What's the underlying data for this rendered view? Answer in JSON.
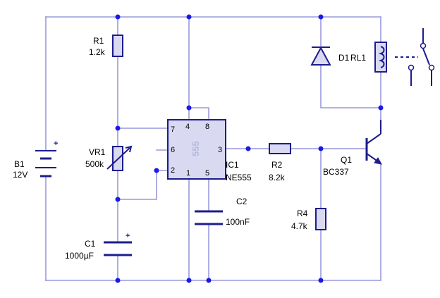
{
  "components": {
    "r1": {
      "ref": "R1",
      "value": "1.2k"
    },
    "vr1": {
      "ref": "VR1",
      "value": "500k"
    },
    "b1": {
      "ref": "B1",
      "value": "12V",
      "plus": "+"
    },
    "c1": {
      "ref": "C1",
      "value": "1000µF",
      "plus": "+"
    },
    "ic1": {
      "ref": "IC1",
      "value": "NE555",
      "body_mark": "555",
      "pins": {
        "p1": "1",
        "p2": "2",
        "p3": "3",
        "p4": "4",
        "p5": "5",
        "p6": "6",
        "p7": "7",
        "p8": "8"
      }
    },
    "c2": {
      "ref": "C2",
      "value": "100nF"
    },
    "r2": {
      "ref": "R2",
      "value": "8.2k"
    },
    "r4": {
      "ref": "R4",
      "value": "4.7k"
    },
    "q1": {
      "ref": "Q1",
      "value": "BC337"
    },
    "d1": {
      "ref": "D1"
    },
    "rl1": {
      "ref": "RL1"
    }
  },
  "colors": {
    "wire": "#9999dd",
    "component": "#1c1c8c",
    "body_fill": "#d9d9f2",
    "node": "#1a1ae6"
  }
}
